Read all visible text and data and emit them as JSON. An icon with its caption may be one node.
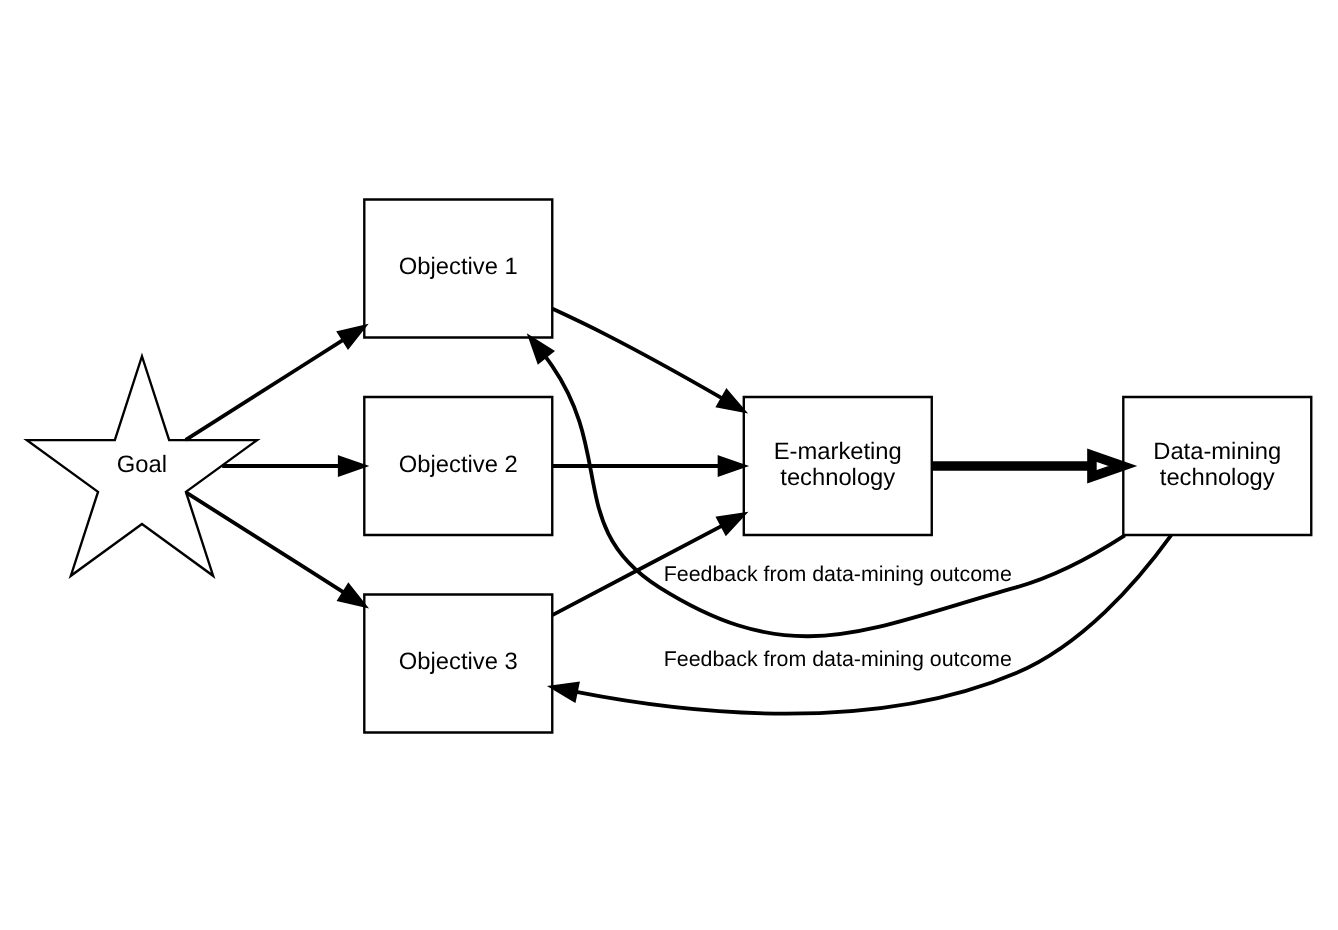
{
  "diagram": {
    "nodes": [
      {
        "text": [
          "Goal"
        ]
      },
      {
        "text": [
          "Objective 1"
        ]
      },
      {
        "text": [
          "Objective 2"
        ]
      },
      {
        "text": [
          "Objective 3"
        ]
      },
      {
        "text": [
          "E-marketing technology"
        ]
      },
      {
        "text": [
          "Data-mining technology"
        ]
      }
    ],
    "edges": [
      {
        "from": 0,
        "to": 1,
        "arrow": "to"
      },
      {
        "from": 0,
        "to": 2,
        "arrow": "to"
      },
      {
        "from": 0,
        "to": 3,
        "arrow": "to"
      },
      {
        "from": 1,
        "to": 4,
        "arrow": "to"
      },
      {
        "from": 2,
        "to": 4,
        "arrow": "to"
      },
      {
        "from": 3,
        "to": 4,
        "arrow": "to"
      },
      {
        "from": 4,
        "to": 5,
        "arrow": "to",
        "style": "thick"
      },
      {
        "from": 5,
        "to": 1,
        "arrow": "to",
        "label": "Feedback from data-mining outcome"
      },
      {
        "from": 5,
        "to": 3,
        "arrow": "to",
        "label": "Feedback from data-mining outcome"
      }
    ]
  }
}
